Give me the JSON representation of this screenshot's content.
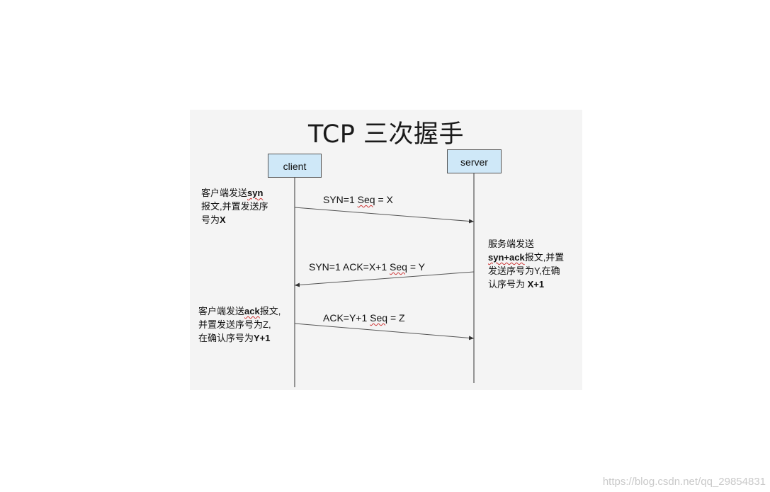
{
  "title": "TCP 三次握手",
  "actors": {
    "client": "client",
    "server": "server"
  },
  "messages": {
    "m1": {
      "pre": "SYN=1  ",
      "seq": "Seq",
      "post": " = X"
    },
    "m2": {
      "pre": "SYN=1  ACK=X+1 ",
      "seq": "Seq",
      "post": " = Y"
    },
    "m3": {
      "pre": "ACK=Y+1 ",
      "seq": "Seq",
      "post": " = Z"
    }
  },
  "notes": {
    "client_1": {
      "l1a": "客户端发送",
      "l1b": "syn",
      "l2": "报文,并置发送序",
      "l3a": "号为",
      "l3b": "X"
    },
    "server_1": {
      "l1": "服务端发送",
      "l2a": "syn+ack",
      "l2b": "报文,并置",
      "l3": "发送序号为Y,在确",
      "l4a": "认序号为 ",
      "l4b": "X+1"
    },
    "client_2": {
      "l1a": "客户端发送",
      "l1b": "ack",
      "l1c": "报文,",
      "l2": "并置发送序号为Z,",
      "l3a": "在确认序号为",
      "l3b": "Y+1"
    }
  },
  "watermark": "https://blog.csdn.net/qq_29854831"
}
